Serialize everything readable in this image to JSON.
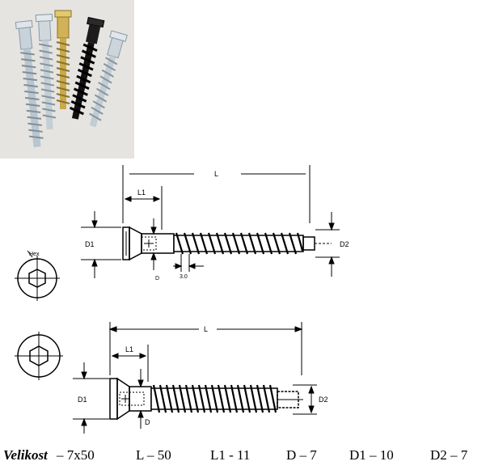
{
  "photo": {
    "description_icon": "screws-photo",
    "screws": [
      {
        "finish": "zinc",
        "color": "#c9d4dc"
      },
      {
        "finish": "zinc",
        "color": "#d6dde3"
      },
      {
        "finish": "brass",
        "color": "#c9a94e"
      },
      {
        "finish": "black",
        "color": "#1a1a1a"
      },
      {
        "finish": "zinc",
        "color": "#cfd7de"
      }
    ]
  },
  "drawing1": {
    "label_L": "L",
    "label_L1": "L1",
    "label_D1": "D1",
    "label_D2": "D2",
    "label_D": "D",
    "label_pitch": "3.0",
    "label_hex": "Hex"
  },
  "drawing2": {
    "label_L": "L",
    "label_L1": "L1",
    "label_D1": "D1",
    "label_D2": "D2",
    "label_D": "D"
  },
  "caption": {
    "title": "Velikost",
    "size": "– 7x50",
    "L": "L – 50",
    "L1": "L1 - 11",
    "D": "D – 7",
    "D1": "D1 – 10",
    "D2": "D2 – 7"
  },
  "colors": {
    "line": "#000000",
    "background": "#ffffff",
    "photo_bg": "#e6e4e0"
  }
}
